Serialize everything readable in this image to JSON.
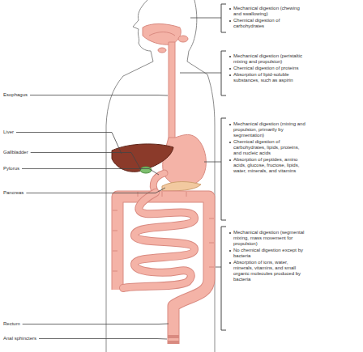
{
  "diagram": {
    "labels": [
      "Mechanical digestion (chewing and swallowing)",
      "Chemical digestion of carbohydrates",
      "Mechanical digestion (peristaltic mixing and propulsion)",
      "Chemical digestion of proteins",
      "Absorption of lipid-soluble substances, such as aspirin",
      "Mechanical digestion (mixing and propulsion, primarily by segmentation)",
      "Chemical digestion of carbohydrates, lipids, proteins, and nucleic acids",
      "Absorption of peptides, amino acids, glucose, fructose, lipids, water, minerals, and vitamins",
      "Mechanical digestion (segmental mixing, mass movement for propulsion)",
      "No chemical digestion except by bacteria",
      "Absorption of ions, water, minerals, vitamins, and small organic molecules produced by bacteria",
      "Esophagus",
      "Liver",
      "Gallbladder",
      "Pylorus",
      "Pancreas",
      "Rectum",
      "Anal sphincters"
    ]
  }
}
